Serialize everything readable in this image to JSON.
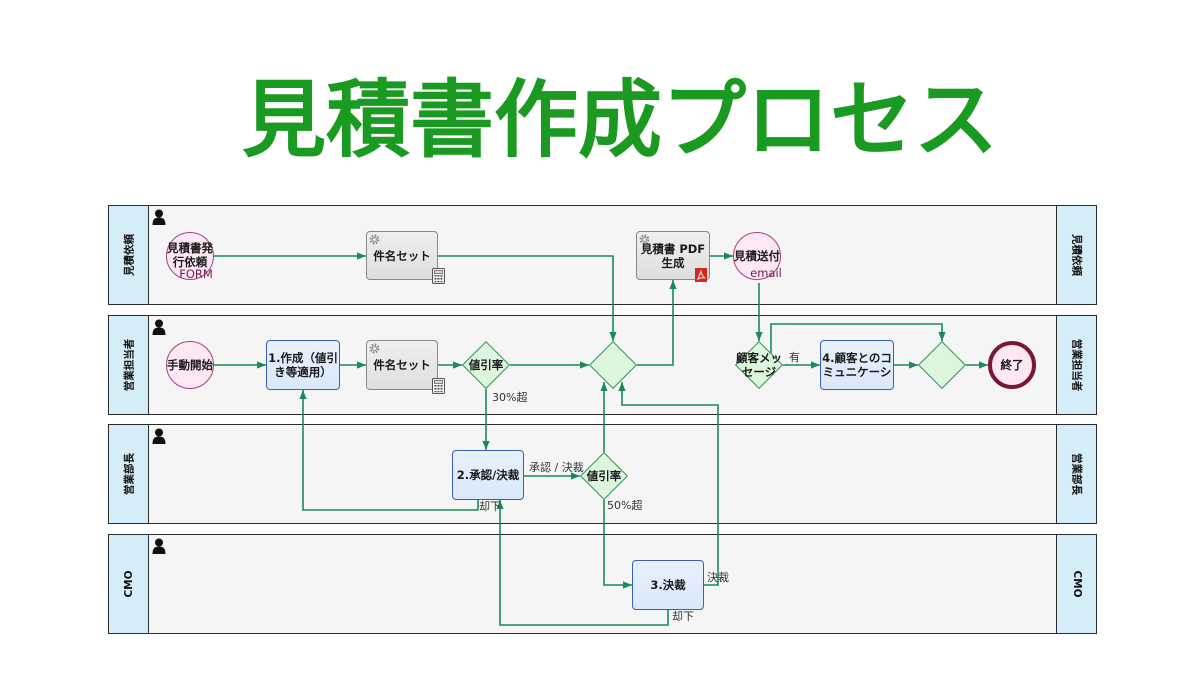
{
  "title": "見積書作成プロセス",
  "colors": {
    "title": "#1a9a20",
    "edge": "#1b8a5a",
    "lane_header": "#d5edf9",
    "lane_body": "#f5f5f5",
    "lane_border": "#2b2b2b",
    "event_fill": "#fde7f2",
    "event_stroke": "#a2437c",
    "end_stroke": "#7a1636",
    "task_blue_fill": "#d9e8fb",
    "task_blue_stroke": "#3b5fb3",
    "task_gray_fill": "#dedede",
    "task_gray_stroke": "#888888",
    "gateway_fill": "#dcf5dc",
    "gateway_stroke": "#2f8f55",
    "event_sub_text": "#6e2352",
    "pdf_icon": "#d9261c"
  },
  "icons": {
    "performer": "person-icon",
    "service_task": "gear-icon",
    "data_task": "calculator-icon",
    "document_task": "pdf-icon"
  },
  "lanes": [
    {
      "label": "見積依頼"
    },
    {
      "label": "営業担当者"
    },
    {
      "label": "営業部長"
    },
    {
      "label": "CMO"
    }
  ],
  "nodes": {
    "quote_request_start": {
      "label": "見積書発行依頼",
      "sub": "FORM"
    },
    "subject_set_request": {
      "label": "件名セット"
    },
    "pdf_generate": {
      "label": "見積書 PDF 生成"
    },
    "quote_send": {
      "label": "見積送付",
      "sub": "email"
    },
    "manual_start": {
      "label": "手動開始"
    },
    "create": {
      "label": "1.作成（値引き等適用）"
    },
    "subject_set_sales": {
      "label": "件名セット"
    },
    "discount_rate_sales": {
      "label": "値引率"
    },
    "customer_message": {
      "label": "顧客メッセージ"
    },
    "customer_communication": {
      "label": "4.顧客とのコミュニケーシ"
    },
    "end": {
      "label": "終了"
    },
    "approval": {
      "label": "2.承認/決裁"
    },
    "discount_rate_manager": {
      "label": "値引率"
    },
    "final_decision": {
      "label": "3.決裁"
    }
  },
  "flow_labels": {
    "over_30": "30%超",
    "message_yes": "有",
    "approve_decide": "承認 / 決裁",
    "reject_to_create": "却下",
    "over_50": "50%超",
    "decide": "決裁",
    "reject_to_approval": "却下"
  }
}
